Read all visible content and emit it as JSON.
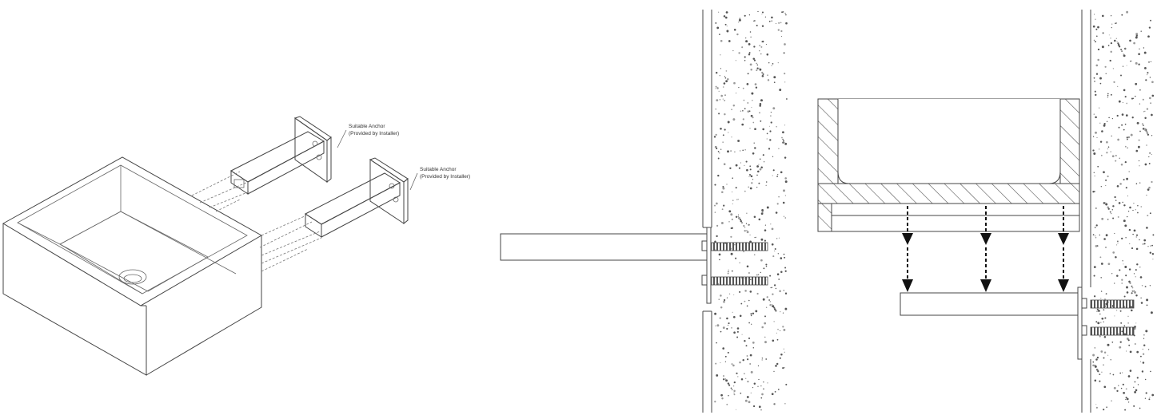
{
  "labels": {
    "anchor_1_title": "Suitable Anchor",
    "anchor_1_note": "(Provided by Installer)",
    "anchor_2_title": "Suitable Anchor",
    "anchor_2_note": "(Provided by Installer)"
  },
  "colors": {
    "line": "#444444",
    "hatch": "#555555",
    "arrow": "#111111",
    "wall_speckle": "#666666",
    "background": "#ffffff"
  }
}
